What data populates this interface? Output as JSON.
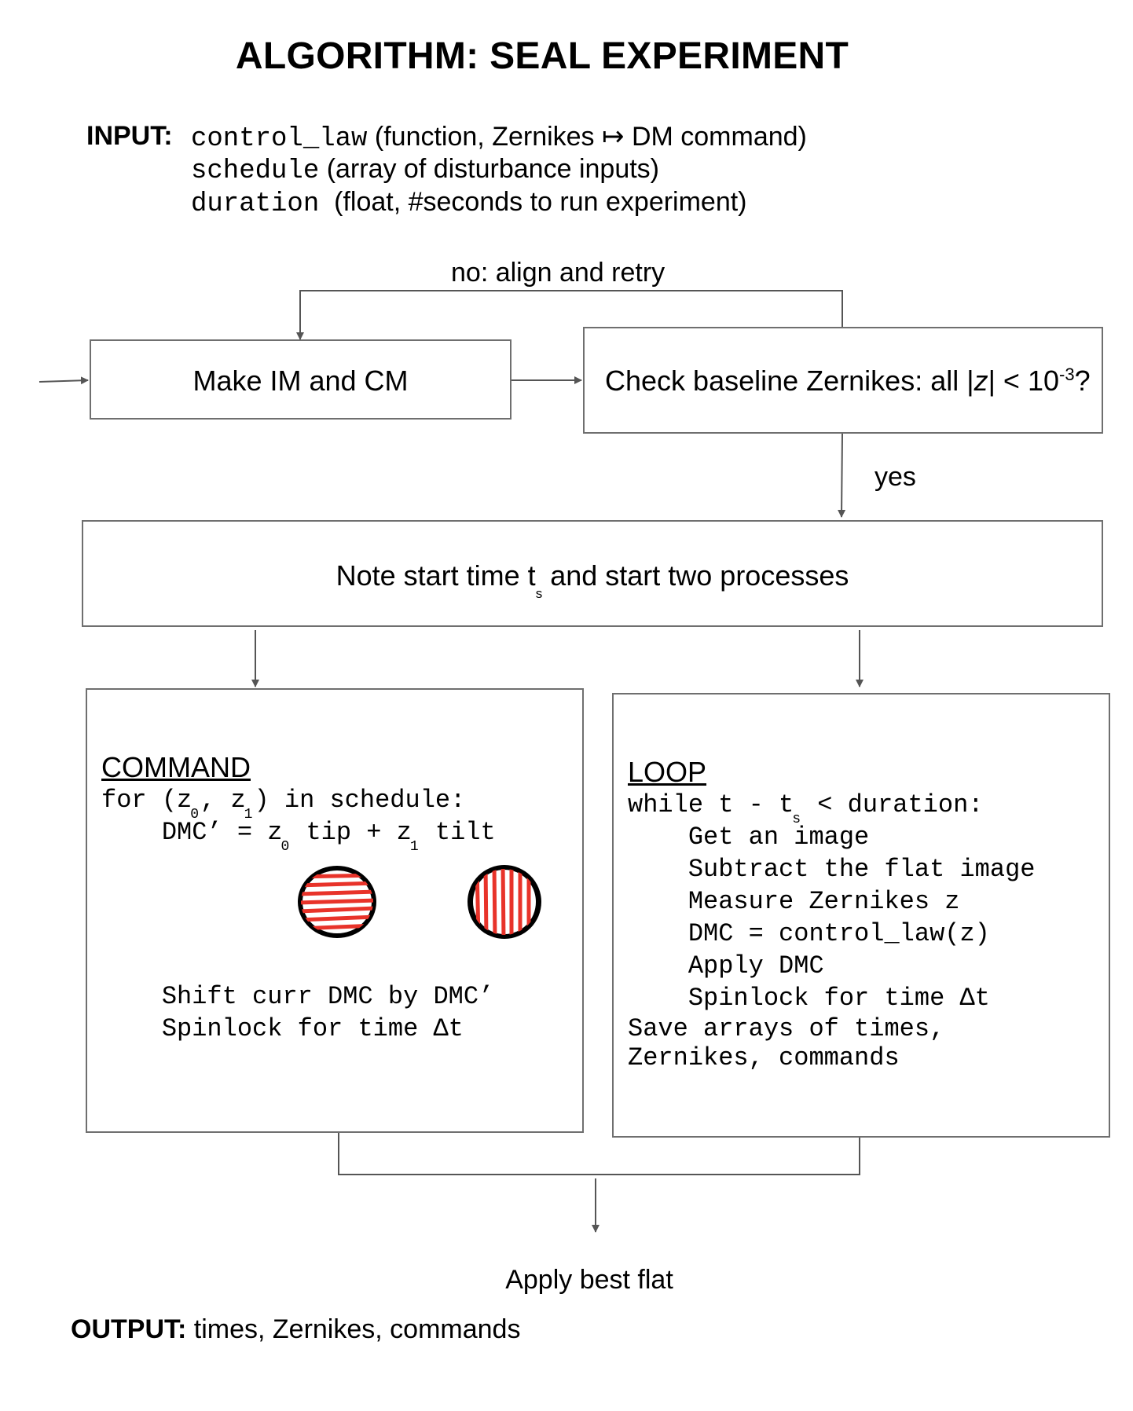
{
  "title": "ALGORITHM: SEAL EXPERIMENT",
  "input": {
    "label": "INPUT:",
    "params": [
      {
        "name": "control_law",
        "desc": "(function, Zernikes ↦ DM command)"
      },
      {
        "name": "schedule",
        "desc": "(array of disturbance inputs)"
      },
      {
        "name": "duration",
        "desc": " (float, #seconds to run experiment)"
      }
    ]
  },
  "flow": {
    "retry_label": "no: align and retry",
    "make_im_cm": "Make IM and CM",
    "check_baseline_prefix": "Check baseline Zernikes: all |",
    "check_baseline_var": "z",
    "check_baseline_mid": "| < 10",
    "check_baseline_exp": "-3",
    "check_baseline_suffix": "?",
    "yes_label": "yes",
    "note_start_prefix": "Note start time t",
    "note_start_sub": "s",
    "note_start_suffix": " and start two processes",
    "apply_flat": "Apply best flat"
  },
  "command": {
    "heading": "COMMAND",
    "line1_a": "for (z",
    "line1_sub0": "0",
    "line1_b": ", z",
    "line1_sub1": "1",
    "line1_c": ") in schedule:",
    "line2_a": "    DMC’ = z",
    "line2_sub0": "0",
    "line2_b": " tip + z",
    "line2_sub1": "1",
    "line2_c": " tilt",
    "line3": "    Shift curr DMC by DMC’",
    "line4": "    Spinlock for time Δt"
  },
  "loop": {
    "heading": "LOOP",
    "line1_a": "while t - t",
    "line1_sub": "s",
    "line1_b": " < duration:",
    "lines": [
      "    Get an image",
      "    Subtract the flat image",
      "    Measure Zernikes z",
      "    DMC = control_law(z)",
      "    Apply DMC",
      "    Spinlock for time Δt",
      "Save arrays of times,",
      "Zernikes, commands"
    ]
  },
  "output": {
    "label": "OUTPUT:",
    "value": " times, Zernikes, commands"
  },
  "colors": {
    "stroke": "#6f6f6f",
    "hatch_red": "#e8332a",
    "disk_black": "#000000"
  },
  "icons": [
    "tip-pattern-icon",
    "tilt-pattern-icon"
  ]
}
